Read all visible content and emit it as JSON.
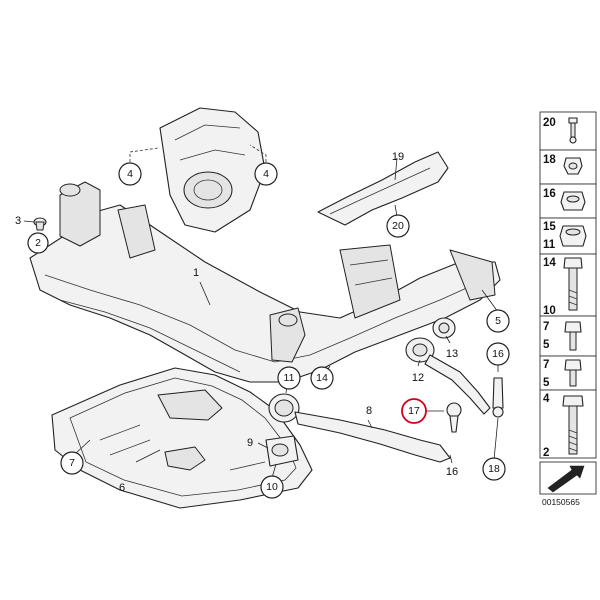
{
  "callouts": {
    "c1": "1",
    "c2": "2",
    "c3": "3",
    "c4a": "4",
    "c4b": "4",
    "c5": "5",
    "c6": "6",
    "c7": "7",
    "c8": "8",
    "c9": "9",
    "c10": "10",
    "c11": "11",
    "c12": "12",
    "c13": "13",
    "c14": "14",
    "c16a": "16",
    "c16b": "16",
    "c17": "17",
    "c18": "18",
    "c19": "19",
    "c20": "20"
  },
  "side_parts": [
    {
      "label": "20"
    },
    {
      "label": "18"
    },
    {
      "label": "16"
    },
    {
      "label": "15"
    },
    {
      "label": "11"
    },
    {
      "label": "14"
    },
    {
      "label": "10"
    },
    {
      "label": "7"
    },
    {
      "label": "5"
    },
    {
      "label": "7"
    },
    {
      "label": "5"
    },
    {
      "label": "4"
    },
    {
      "label": "2"
    }
  ],
  "document_number": "00150565",
  "highlight_color": "#d0021b"
}
